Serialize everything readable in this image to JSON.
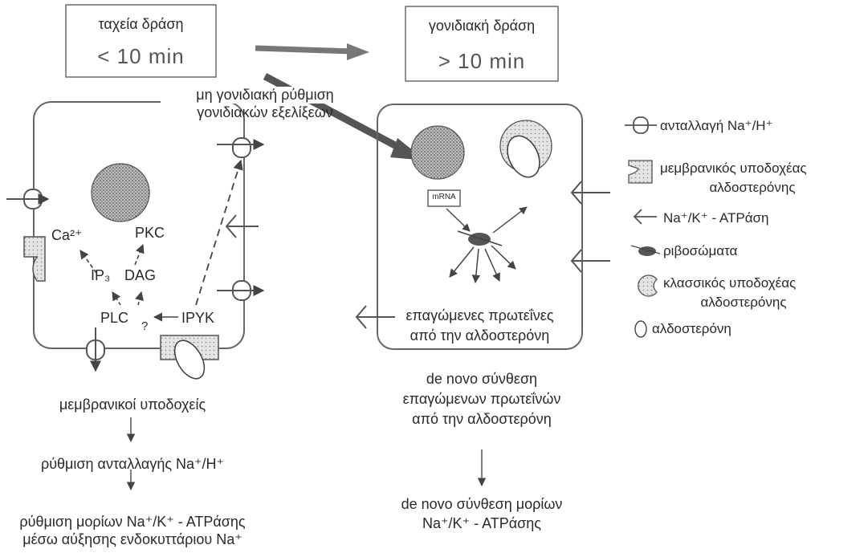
{
  "header": {
    "fast": {
      "title": "ταχεία δράση",
      "time": "< 10 min"
    },
    "genomic": {
      "title": "γονιδιακή δράση",
      "time": "> 10 min"
    },
    "nongenomic_label": [
      "μη γονιδιακή ρύθμιση",
      "γονιδιακών εξελίξεων"
    ]
  },
  "left_cell": {
    "ca": "Ca²⁺",
    "pkc": "PKC",
    "ip3": "IP₃",
    "dag": "DAG",
    "plc": "PLC",
    "ipyk": "IPYK",
    "question": "?"
  },
  "right_cell": {
    "mrna": "mRNA",
    "induced_proteins": [
      "επαγώμενες πρωτεΐνες",
      "από την αλδοστερόνη"
    ]
  },
  "left_cascade": [
    "μεμβρανικοί υποδοχείς",
    "ρύθμιση ανταλλαγής Na⁺/H⁺",
    "ρύθμιση μορίων Na⁺/K⁺ - ATPάσης",
    "μέσω αύξησης ενδοκυττάριου Na⁺"
  ],
  "right_cascade": [
    "de novo σύνθεση",
    "επαγώμενων πρωτεΐνών",
    "από την αλδοστερόνη",
    "de novo σύνθεση μορίων",
    "Na⁺/K⁺ - ATPάσης"
  ],
  "legend": [
    {
      "icon": "exchanger-icon",
      "label": "ανταλλαγή Na⁺/H⁺"
    },
    {
      "icon": "membrane-receptor-icon",
      "label": "μεμβρανικός υποδοχέας",
      "label2": "αλδοστερόνης"
    },
    {
      "icon": "atpase-icon",
      "label": "Na⁺/K⁺ - ATPάση"
    },
    {
      "icon": "ribosome-icon",
      "label": "ριβοσώματα"
    },
    {
      "icon": "classic-receptor-icon",
      "label": "κλασσικός υποδοχέας",
      "label2": "αλδοστερόνης"
    },
    {
      "icon": "aldosterone-icon",
      "label": "αλδοστερόνη"
    }
  ]
}
